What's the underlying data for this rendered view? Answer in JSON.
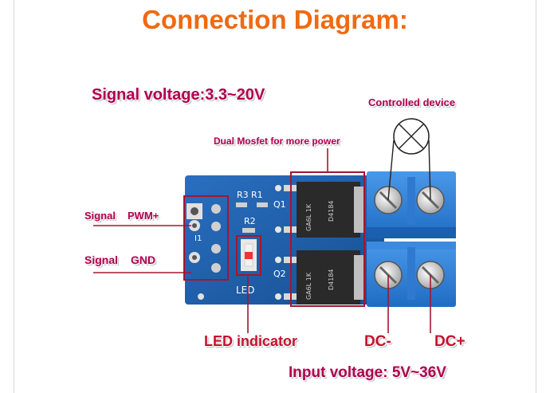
{
  "title": "Connection Diagram:",
  "labels": {
    "signal_voltage": "Signal voltage:3.3~20V",
    "controlled_device": "Controlled device",
    "dual_mosfet": "Dual Mosfet for more power",
    "signal_pwm_1": "Signal",
    "signal_pwm_2": "PWM+",
    "signal_gnd_1": "Signal",
    "signal_gnd_2": "GND",
    "led_indicator": "LED indicator",
    "dc_minus": "DC-",
    "dc_plus": "DC+",
    "input_voltage": "Input voltage: 5V~36V"
  },
  "board_silkscreen": {
    "r3": "R3",
    "r1": "R1",
    "r2": "R2",
    "q1": "Q1",
    "q2": "Q2",
    "led": "LED",
    "header_mark": "I1",
    "mosfet_text_1a": "GA6L 1K",
    "mosfet_text_1b": "D4184",
    "mosfet_text_2a": "GA6L 1K",
    "mosfet_text_2b": "D4184"
  },
  "colors": {
    "title": "#ef6a12",
    "label_pink": "#b0004f",
    "label_red": "#c8102e",
    "pcb": "#1f5fa8",
    "terminal": "#2e7fd6",
    "highlight_box": "#a3162f"
  }
}
